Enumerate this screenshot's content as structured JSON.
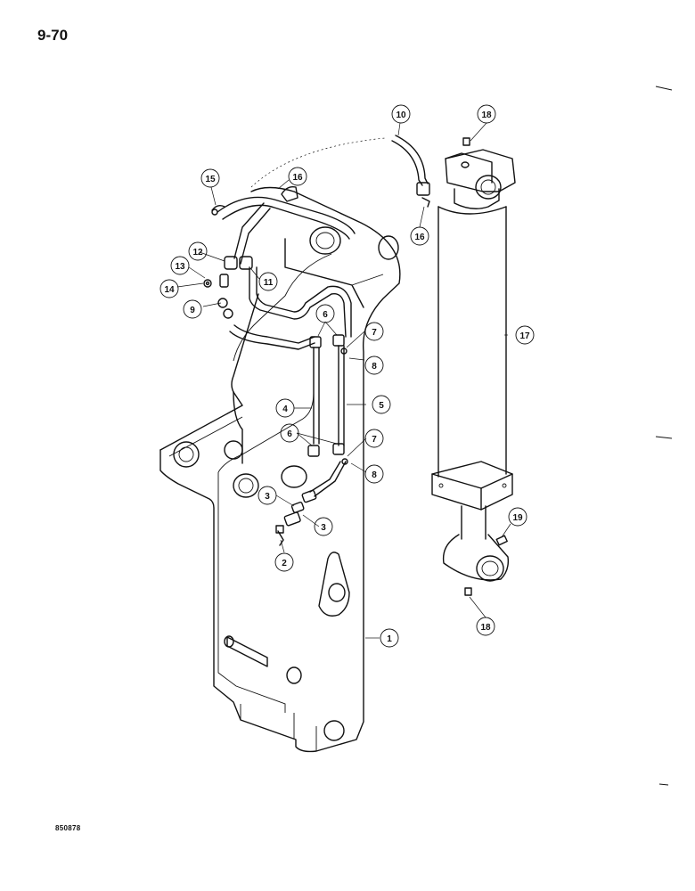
{
  "page": {
    "number": "9-70",
    "figure_code": "850878"
  },
  "callouts": [
    {
      "id": "c1",
      "label": "1"
    },
    {
      "id": "c2",
      "label": "2"
    },
    {
      "id": "c3a",
      "label": "3"
    },
    {
      "id": "c3b",
      "label": "3"
    },
    {
      "id": "c4",
      "label": "4"
    },
    {
      "id": "c5",
      "label": "5"
    },
    {
      "id": "c6a",
      "label": "6"
    },
    {
      "id": "c6b",
      "label": "6"
    },
    {
      "id": "c7a",
      "label": "7"
    },
    {
      "id": "c7b",
      "label": "7"
    },
    {
      "id": "c8a",
      "label": "8"
    },
    {
      "id": "c8b",
      "label": "8"
    },
    {
      "id": "c9",
      "label": "9"
    },
    {
      "id": "c10",
      "label": "10"
    },
    {
      "id": "c11",
      "label": "11"
    },
    {
      "id": "c12",
      "label": "12"
    },
    {
      "id": "c13",
      "label": "13"
    },
    {
      "id": "c14",
      "label": "14"
    },
    {
      "id": "c15",
      "label": "15"
    },
    {
      "id": "c16a",
      "label": "16"
    },
    {
      "id": "c16b",
      "label": "16"
    },
    {
      "id": "c17",
      "label": "17"
    },
    {
      "id": "c18a",
      "label": "18"
    },
    {
      "id": "c18b",
      "label": "18"
    },
    {
      "id": "c19",
      "label": "19"
    }
  ]
}
